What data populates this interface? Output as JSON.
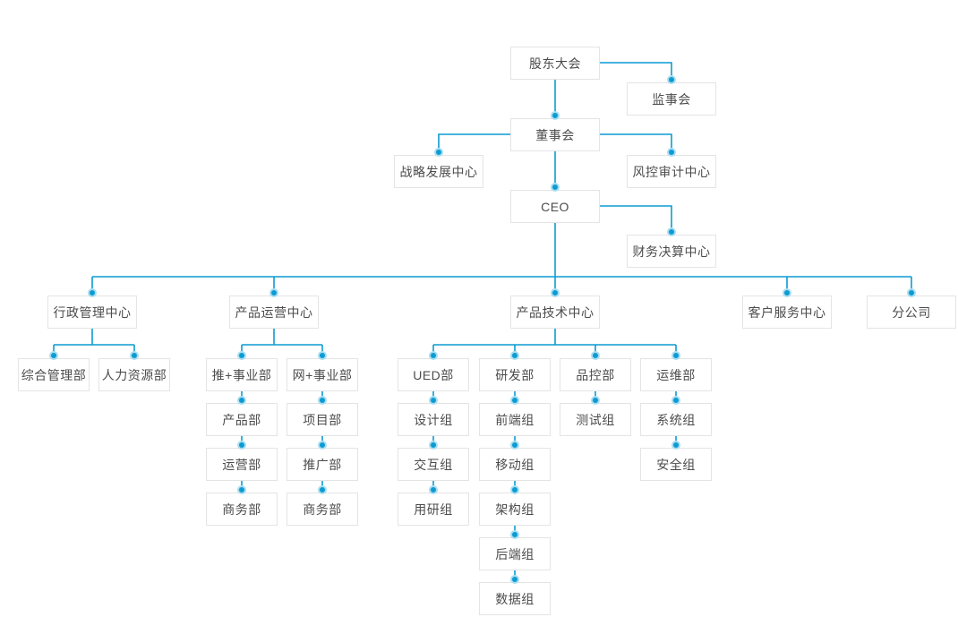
{
  "org_chart": {
    "nodes": {
      "shareholders_meeting": "股东大会",
      "supervisory_board": "监事会",
      "board_of_directors": "董事会",
      "strategy_center": "战略发展中心",
      "risk_audit_center": "风控审计中心",
      "ceo": "CEO",
      "finance_center": "财务决算中心",
      "admin_center": "行政管理中心",
      "product_ops_center": "产品运营中心",
      "product_tech_center": "产品技术中心",
      "customer_service_center": "客户服务中心",
      "branch_company": "分公司",
      "general_admin_dept": "综合管理部",
      "hr_dept": "人力资源部",
      "tui_division": "推+事业部",
      "wang_division": "网+事业部",
      "product_dept": "产品部",
      "operation_dept": "运营部",
      "business_dept_tui": "商务部",
      "project_dept": "项目部",
      "promotion_dept": "推广部",
      "business_dept_wang": "商务部",
      "ued_dept": "UED部",
      "rd_dept": "研发部",
      "qc_dept": "品控部",
      "om_dept": "运维部",
      "design_group": "设计组",
      "interaction_group": "交互组",
      "user_research_group": "用研组",
      "frontend_group": "前端组",
      "mobile_group": "移动组",
      "architecture_group": "架构组",
      "backend_group": "后端组",
      "data_group": "数据组",
      "testing_group": "测试组",
      "system_group": "系统组",
      "security_group": "安全组"
    },
    "edges": [
      [
        "shareholders_meeting",
        "supervisory_board"
      ],
      [
        "shareholders_meeting",
        "board_of_directors"
      ],
      [
        "board_of_directors",
        "strategy_center"
      ],
      [
        "board_of_directors",
        "risk_audit_center"
      ],
      [
        "board_of_directors",
        "ceo"
      ],
      [
        "ceo",
        "finance_center"
      ],
      [
        "ceo",
        "admin_center"
      ],
      [
        "ceo",
        "product_ops_center"
      ],
      [
        "ceo",
        "product_tech_center"
      ],
      [
        "ceo",
        "customer_service_center"
      ],
      [
        "ceo",
        "branch_company"
      ],
      [
        "admin_center",
        "general_admin_dept"
      ],
      [
        "admin_center",
        "hr_dept"
      ],
      [
        "product_ops_center",
        "tui_division"
      ],
      [
        "product_ops_center",
        "wang_division"
      ],
      [
        "tui_division",
        "product_dept"
      ],
      [
        "product_dept",
        "operation_dept"
      ],
      [
        "operation_dept",
        "business_dept_tui"
      ],
      [
        "wang_division",
        "project_dept"
      ],
      [
        "project_dept",
        "promotion_dept"
      ],
      [
        "promotion_dept",
        "business_dept_wang"
      ],
      [
        "product_tech_center",
        "ued_dept"
      ],
      [
        "product_tech_center",
        "rd_dept"
      ],
      [
        "product_tech_center",
        "qc_dept"
      ],
      [
        "product_tech_center",
        "om_dept"
      ],
      [
        "ued_dept",
        "design_group"
      ],
      [
        "design_group",
        "interaction_group"
      ],
      [
        "interaction_group",
        "user_research_group"
      ],
      [
        "rd_dept",
        "frontend_group"
      ],
      [
        "frontend_group",
        "mobile_group"
      ],
      [
        "mobile_group",
        "architecture_group"
      ],
      [
        "architecture_group",
        "backend_group"
      ],
      [
        "backend_group",
        "data_group"
      ],
      [
        "qc_dept",
        "testing_group"
      ],
      [
        "om_dept",
        "system_group"
      ],
      [
        "system_group",
        "security_group"
      ]
    ],
    "colors": {
      "connector": "#0c9bd3",
      "connector_dot_halo": "#a9ddf1",
      "node_border": "#e4e4e4",
      "node_background": "#ffffff",
      "node_text": "#4c4c4c",
      "page_background": "#ffffff"
    }
  }
}
